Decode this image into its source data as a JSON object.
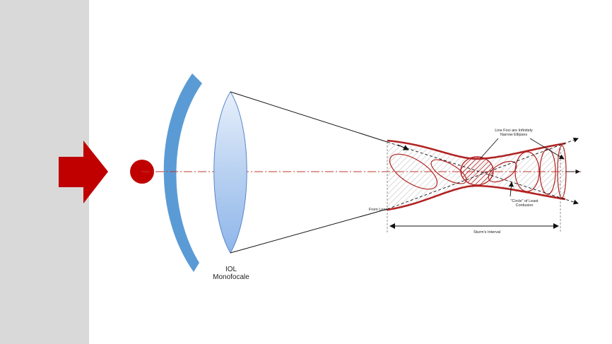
{
  "labels": {
    "iol": "IOL",
    "monofocale": "Monofocale",
    "line_foci": "Line Foci are Infinitely",
    "narrow_ellipses": "Narrow Ellipses",
    "circle_least": "\"Circle\" of Least",
    "confusion": "Confusion",
    "from_lens": "From Lens",
    "sturm": "Sturm's Interval"
  },
  "colors": {
    "sidebar": "#d9d9d9",
    "arrow_red": "#c00000",
    "dark_red": "#b22222",
    "cornea_blue": "#5b9bd5",
    "lens_light": "#dce8f8",
    "lens_mid": "#9ec1ec"
  }
}
